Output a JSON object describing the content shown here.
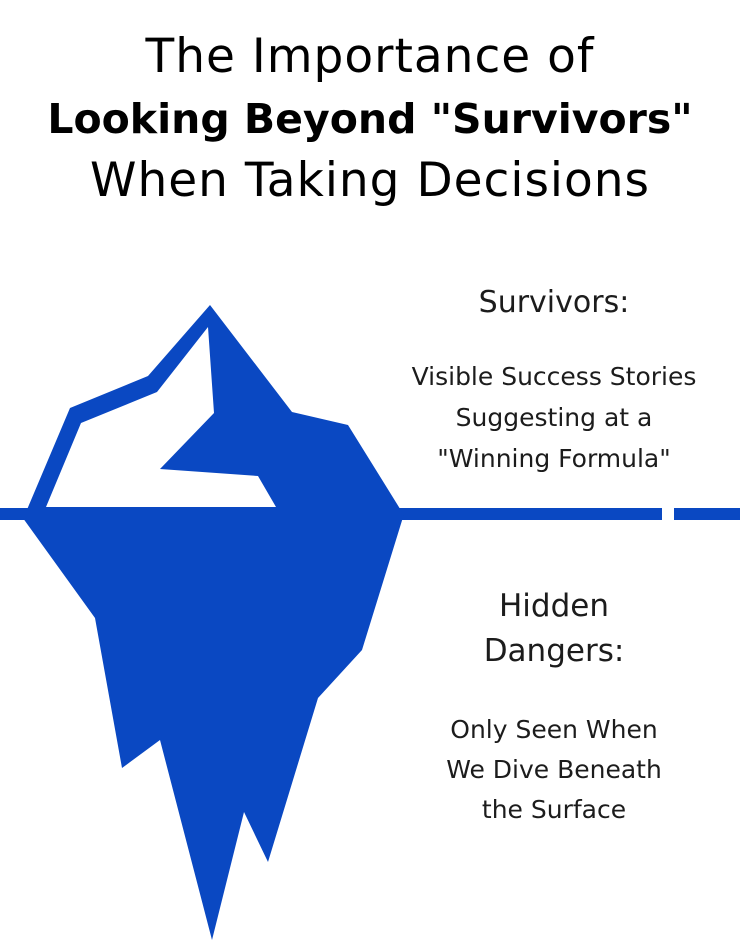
{
  "title": {
    "line1": "The Importance of",
    "line2": "Looking Beyond \"Survivors\"",
    "line3": "When Taking Decisions"
  },
  "survivors": {
    "heading": "Survivors:",
    "description": [
      "Visible Success Stories",
      "Suggesting at a",
      "\"Winning Formula\""
    ]
  },
  "hidden_dangers": {
    "heading": [
      "Hidden",
      "Dangers:"
    ],
    "description": [
      "Only Seen When",
      "We Dive Beneath",
      "the Surface"
    ]
  },
  "colors": {
    "iceberg": "#0a48c2",
    "text": "#1c1c1c",
    "background": "#ffffff"
  }
}
